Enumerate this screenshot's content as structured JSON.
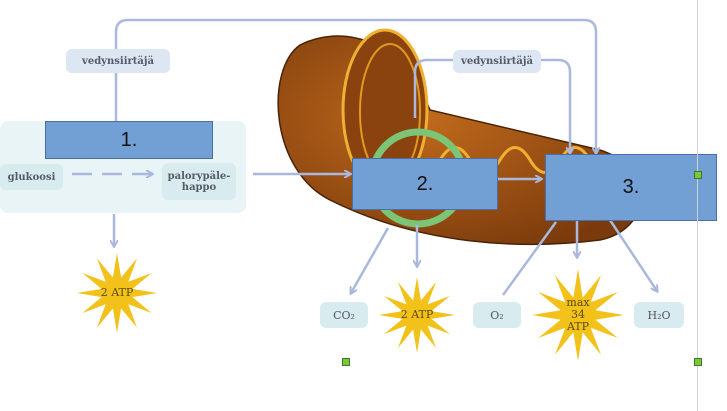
{
  "diagram": {
    "carrier_label_1": "vedynsiirtäjä",
    "carrier_label_2": "vedynsiirtäjä",
    "glucose": "glukoosi",
    "pyruvate": "palorypäle-happo",
    "atp_glycolysis": "2 ATP",
    "co2": "CO₂",
    "atp_citric": "2 ATP",
    "o2": "O₂",
    "atp_max_line1": "max",
    "atp_max_line2": "34",
    "atp_max_line3": "ATP",
    "h2o": "H₂O"
  },
  "overlay_boxes": {
    "box1": "1.",
    "box2": "2.",
    "box3": "3."
  },
  "colors": {
    "box_fill": "#729fd4",
    "arrow": "#a9b8dc",
    "star": "#f2c21a",
    "cycle": "#7cc576",
    "mitochondrion": "#9a4e12",
    "handle": "#7cc544"
  }
}
